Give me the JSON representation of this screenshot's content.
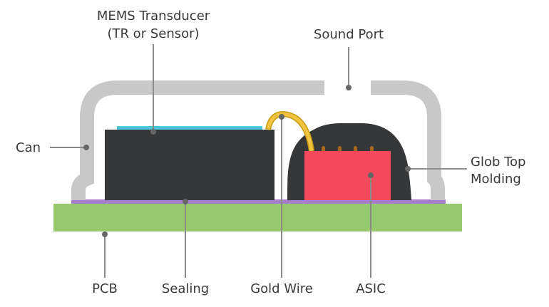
{
  "labels": {
    "mems_line1": "MEMS Transducer",
    "mems_line2": "(TR or Sensor)",
    "sound_port": "Sound Port",
    "can": "Can",
    "glob_line1": "Glob Top",
    "glob_line2": "Molding",
    "pcb": "PCB",
    "sealing": "Sealing",
    "gold_wire": "Gold Wire",
    "asic": "ASIC"
  },
  "colors": {
    "pcb": "#95c96b",
    "sealing": "#a77dcb",
    "can": "#c8c8c8",
    "mems_die": "#363739",
    "membrane": "#4dc3d8",
    "gold_wire": "#f0c340",
    "glob_top": "#363739",
    "asic": "#f5495e",
    "bumps": "#a8661a"
  }
}
